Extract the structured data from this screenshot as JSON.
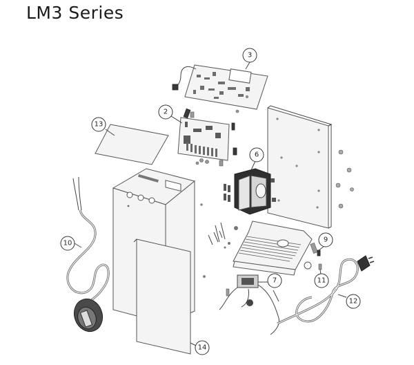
{
  "title": "LM3 Series",
  "callouts": [
    "3",
    "2",
    "13",
    "6",
    "10",
    "9",
    "7",
    "11",
    "12",
    "14"
  ]
}
